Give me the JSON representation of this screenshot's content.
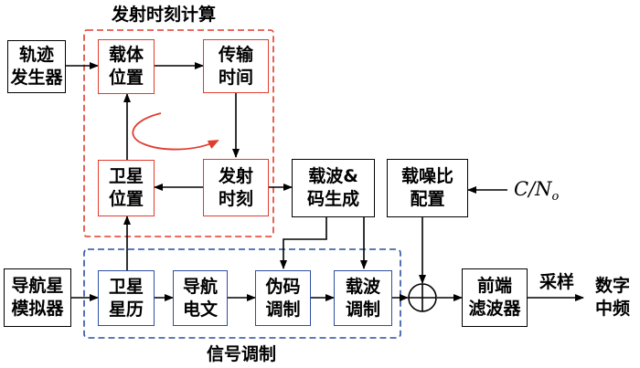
{
  "groups": {
    "timing": {
      "title": "发射时刻计算",
      "color": "#e03c2f"
    },
    "modulation": {
      "title": "信号调制",
      "color": "#2c4f9e"
    }
  },
  "blocks": {
    "trajectory": "轨迹\n发生器",
    "carrier_pos": "载体\n位置",
    "transit": "传输\n时间",
    "tx_time": "发射\n时刻",
    "sat_pos": "卫星\n位置",
    "carrier_code": "载波&\n码生成",
    "cnr_config": "载噪比\n配置",
    "nav_sim": "导航星\n模拟器",
    "ephemeris": "卫星\n星历",
    "nav_msg": "导航\n电文",
    "prn_mod": "伪码\n调制",
    "carrier_mod": "载波\n调制",
    "frontend": "前端\n滤波器",
    "digital_if": "数字\n中频"
  },
  "labels": {
    "sampling": "采样",
    "cn0_main": "C/N",
    "cn0_sub": "o"
  },
  "colors": {
    "loop_arrow": "#e03c2f",
    "line": "#000000"
  }
}
